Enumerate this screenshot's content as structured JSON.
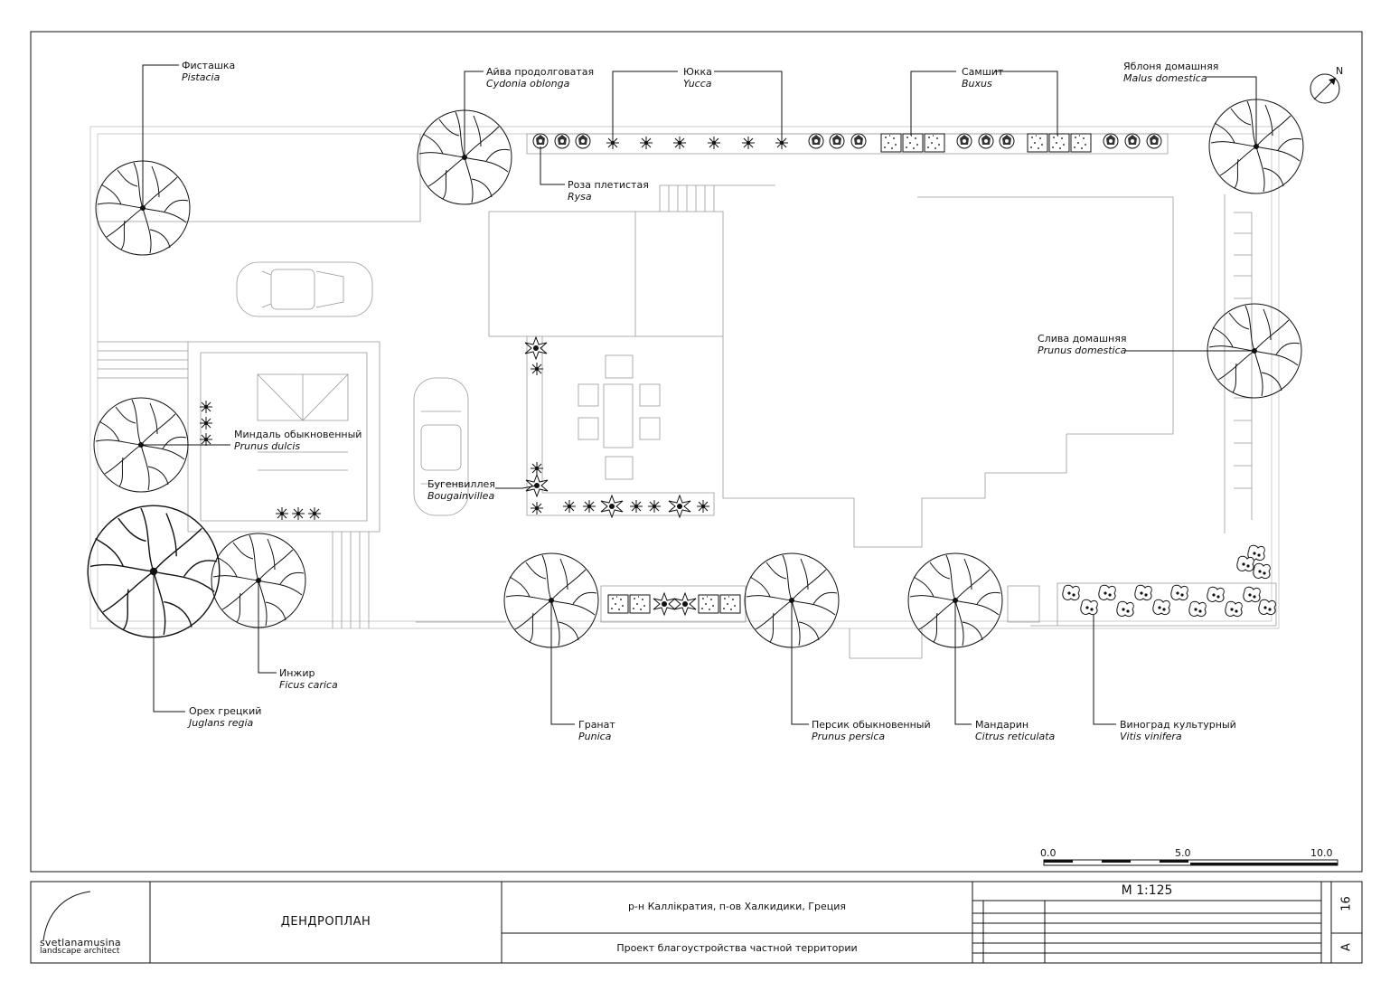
{
  "title_block": {
    "sheet_title": "ДЕНДРОПЛАН",
    "location": "р-н Каллікратия, п-ов Халкидики, Греция",
    "project": "Проект благоустройства частной территории",
    "scale": "М 1:125",
    "sheet_number": "16",
    "format": "А",
    "logo_text": "svetlanamusina",
    "logo_sub": "landscape architect"
  },
  "scale_bar": {
    "ticks": [
      "0.0",
      "5.0",
      "10.0"
    ]
  },
  "plants": [
    {
      "id": "pistacia",
      "ru": "Фисташка",
      "lat": "Pistacia"
    },
    {
      "id": "cydonia",
      "ru": "Айва продолговатая",
      "lat": "Cydonia oblonga"
    },
    {
      "id": "yucca",
      "ru": "Юкка",
      "lat": "Yucca"
    },
    {
      "id": "buxus",
      "ru": "Самшит",
      "lat": "Buxus"
    },
    {
      "id": "malus",
      "ru": "Яблоня домашняя",
      "lat": "Malus domestica"
    },
    {
      "id": "rosa",
      "ru": "Роза плетистая",
      "lat": "Rysa"
    },
    {
      "id": "prunus-domestica",
      "ru": "Слива домашняя",
      "lat": "Prunus domestica"
    },
    {
      "id": "prunus-dulcis",
      "ru": "Миндаль обыкновенный",
      "lat": "Prunus dulcis"
    },
    {
      "id": "bougainvillea",
      "ru": "Бугенвиллея",
      "lat": "Bougainvillea"
    },
    {
      "id": "ficus",
      "ru": "Инжир",
      "lat": "Ficus carica"
    },
    {
      "id": "juglans",
      "ru": "Орех грецкий",
      "lat": "Juglans regia"
    },
    {
      "id": "punica",
      "ru": "Гранат",
      "lat": "Punica"
    },
    {
      "id": "prunus-persica",
      "ru": "Персик обыкновенный",
      "lat": "Prunus persica"
    },
    {
      "id": "citrus",
      "ru": "Мандарин",
      "lat": "Citrus reticulata"
    },
    {
      "id": "vitis",
      "ru": "Виноград культурный",
      "lat": "Vitis vinifera"
    }
  ],
  "compass": {
    "label": "N"
  }
}
